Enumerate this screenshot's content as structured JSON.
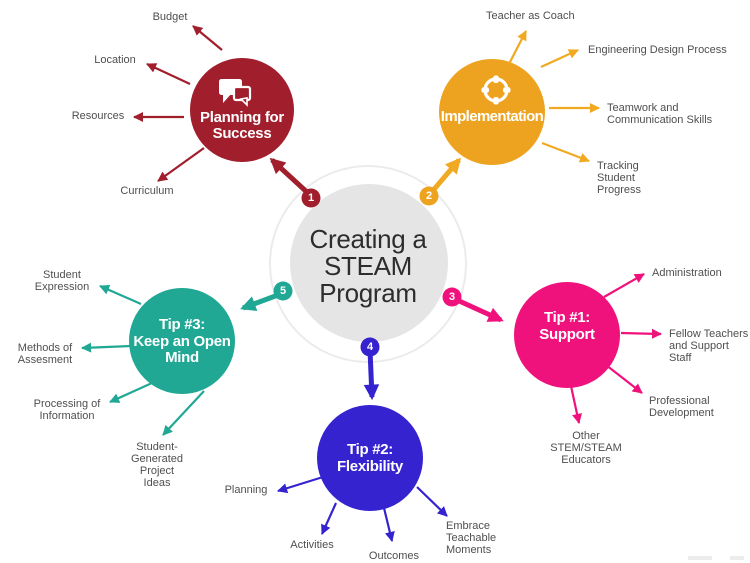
{
  "title": "Creating a\nSTEAM\nProgram",
  "palette": {
    "maroon": "#A11E2D",
    "orange": "#EEA320",
    "pink": "#F0127C",
    "blue": "#3623D0",
    "teal": "#20A895",
    "center_fill": "#E5E5E5",
    "ring_stroke": "#EBEBEB",
    "label_text": "#4F4F4F",
    "center_text": "#2D2D2D"
  },
  "nodes": [
    {
      "id": "planning-for-success",
      "title": "Planning for\nSuccess",
      "badge": "1",
      "color": "#A11E2D",
      "icon": "chat-bubbles-icon",
      "spokes": [
        {
          "label": "Budget"
        },
        {
          "label": "Location"
        },
        {
          "label": "Resources"
        },
        {
          "label": "Curriculum"
        }
      ]
    },
    {
      "id": "implementation",
      "title": "Implementation",
      "badge": "2",
      "color": "#EEA320",
      "icon": "target-icon",
      "spokes": [
        {
          "label": "Teacher as Coach"
        },
        {
          "label": "Engineering Design Process"
        },
        {
          "label": "Teamwork and\nCommunication Skills"
        },
        {
          "label": "Tracking\nStudent\nProgress"
        }
      ]
    },
    {
      "id": "tip-1-support",
      "title": "Tip #1:\nSupport",
      "badge": "3",
      "color": "#F0127C",
      "icon": "",
      "spokes": [
        {
          "label": "Administration"
        },
        {
          "label": "Fellow Teachers\nand Support\nStaff"
        },
        {
          "label": "Professional\nDevelopment"
        },
        {
          "label": "Other\nSTEM/STEAM\nEducators"
        }
      ]
    },
    {
      "id": "tip-2-flexibility",
      "title": "Tip #2:\nFlexibility",
      "badge": "4",
      "color": "#3623D0",
      "icon": "",
      "spokes": [
        {
          "label": "Planning"
        },
        {
          "label": "Activities"
        },
        {
          "label": "Outcomes"
        },
        {
          "label": "Embrace\nTeachable\nMoments"
        }
      ]
    },
    {
      "id": "tip-3-keep-an-open-mind",
      "title": "Tip #3:\nKeep an Open\nMind",
      "badge": "5",
      "color": "#20A895",
      "icon": "",
      "spokes": [
        {
          "label": "Student\nExpression"
        },
        {
          "label": "Methods of\nAssesment"
        },
        {
          "label": "Processing of\nInformation"
        },
        {
          "label": "Student-\nGenerated\nProject\nIdeas"
        }
      ]
    }
  ]
}
